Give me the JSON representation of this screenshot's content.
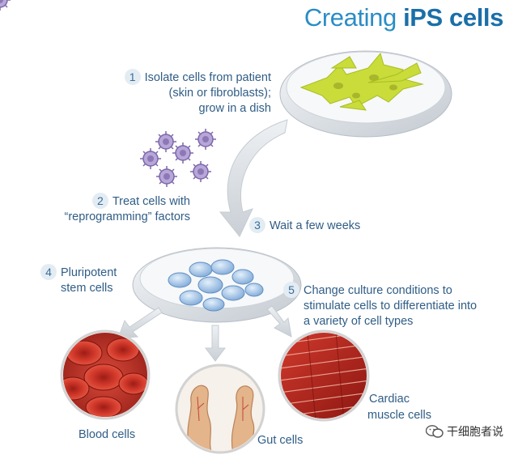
{
  "title": {
    "prefix": "Creating ",
    "emphasis": "iPS cells"
  },
  "steps": [
    {
      "num": "1",
      "lines": [
        "Isolate cells from patient",
        "(skin or fibroblasts);",
        "grow in a dish"
      ]
    },
    {
      "num": "2",
      "lines": [
        "Treat cells with",
        "“reprogramming” factors"
      ]
    },
    {
      "num": "3",
      "lines": [
        "Wait a few weeks"
      ]
    },
    {
      "num": "4",
      "lines": [
        "Pluripotent",
        "stem cells"
      ]
    },
    {
      "num": "5",
      "lines": [
        "Change culture conditions to",
        "stimulate cells to differentiate into",
        "a variety of cell types"
      ]
    }
  ],
  "outcomes": {
    "blood": "Blood cells",
    "gut": "Gut cells",
    "cardiac": [
      "Cardiac",
      "muscle cells"
    ]
  },
  "watermark": "干细胞者说",
  "colors": {
    "title_blue": "#2a8dc5",
    "text_blue": "#2f5d86",
    "fibroblast_green": "#c9dc3a",
    "stem_blue": "#9ec3e8",
    "factor_purple": "#8d78b6",
    "blood_red": "#c9281f",
    "gut_tan": "#d8a57a",
    "muscle_red": "#b8201c",
    "arrow_gray": "#d4d9de"
  }
}
